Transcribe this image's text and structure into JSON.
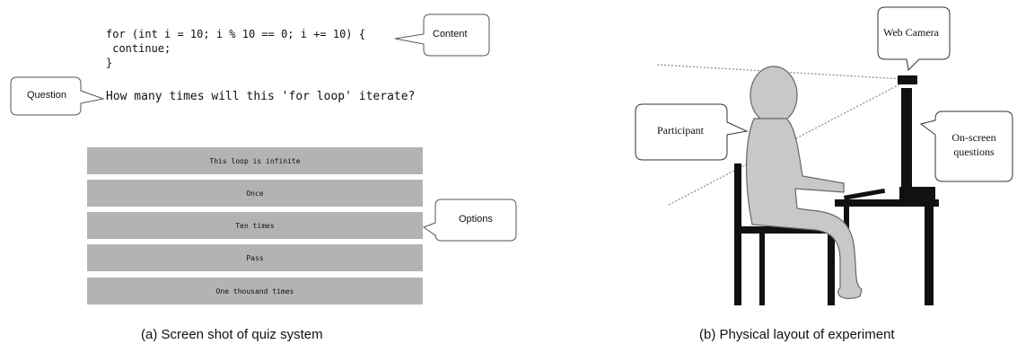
{
  "quiz": {
    "code_lines": [
      "for (int i = 10; i % 10 == 0; i += 10) {",
      " continue;",
      "}"
    ],
    "question_text": "How many times will this 'for loop' iterate?",
    "options": [
      "This loop is infinite",
      "Once",
      "Ten times",
      "Pass",
      "One thousand times"
    ],
    "callouts": {
      "content": "Content",
      "question": "Question",
      "options": "Options"
    },
    "caption": "(a) Screen shot of quiz system"
  },
  "layout_figure": {
    "labels": {
      "web_camera": "Web Camera",
      "participant": "Participant",
      "on_screen_line1": "On-screen",
      "on_screen_line2": "questions"
    },
    "caption": "(b) Physical layout of experiment"
  }
}
